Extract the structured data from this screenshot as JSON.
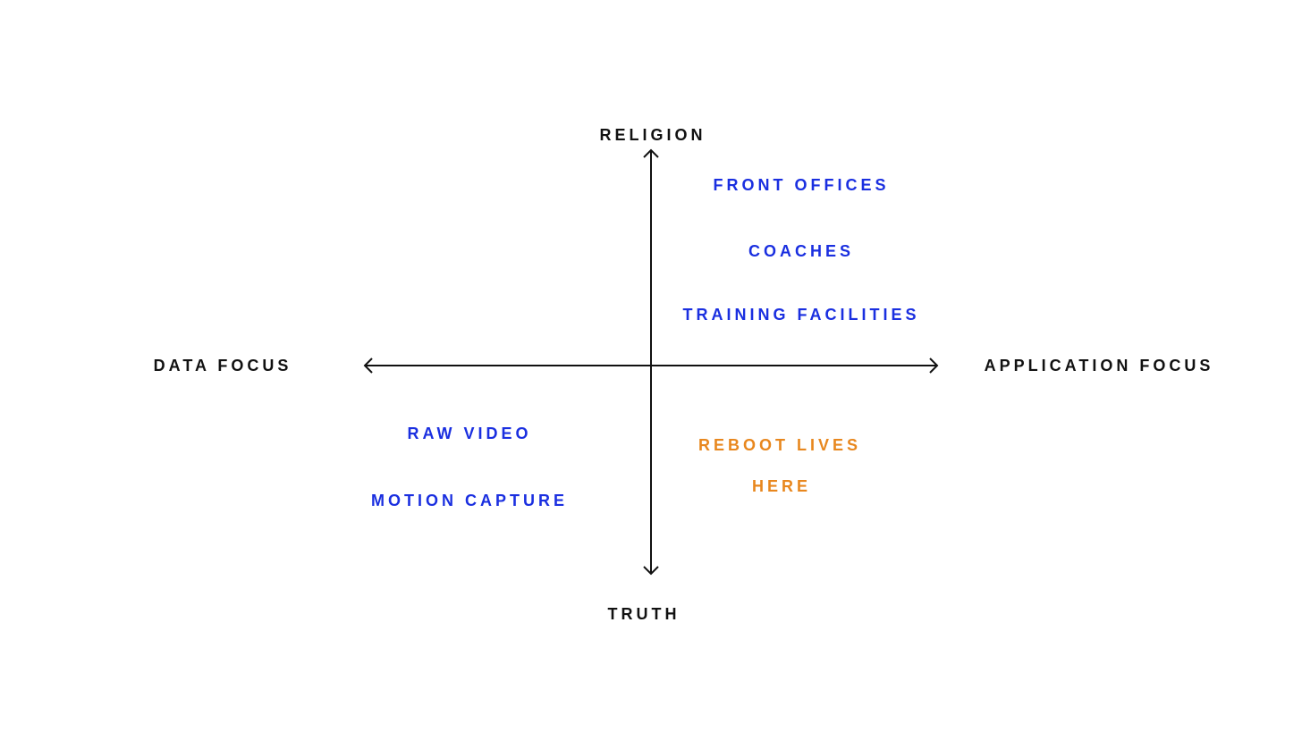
{
  "axes": {
    "top": "RELIGION",
    "bottom": "TRUTH",
    "left": "DATA FOCUS",
    "right": "APPLICATION FOCUS"
  },
  "items": {
    "front_offices": "FRONT OFFICES",
    "coaches": "COACHES",
    "training_facilities": "TRAINING FACILITIES",
    "raw_video": "RAW VIDEO",
    "motion_capture": "MOTION CAPTURE",
    "reboot_lives": "REBOOT LIVES",
    "here": "HERE"
  },
  "colors": {
    "axis": "#111111",
    "blue": "#1a2fe0",
    "orange": "#e8871e"
  }
}
